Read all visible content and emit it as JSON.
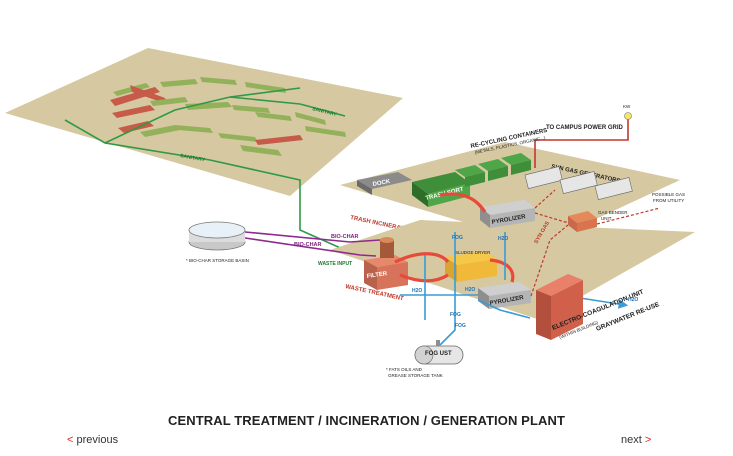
{
  "title": "CENTRAL TREATMENT / INCINERATION / GENERATION PLANT",
  "nav": {
    "previous_arrow": "<",
    "previous_label": "previous",
    "next_label": "next",
    "next_arrow": ">"
  },
  "labels": {
    "sanitary_top": "SANITARY",
    "sanitary_bottom": "SANITARY",
    "campus_grid": "TO CAMPUS POWER GRID",
    "kw": "KW",
    "recycling_line1": "RE-CYCLING CONTAINERS",
    "recycling_line2": "(METALS, PLASTICS, ORGANIC...)",
    "syn_gas": "SYN GAS GENERATORS",
    "dock": "DOCK",
    "trash_sort": "TRASH SORT",
    "trash_incineration": "TRASH INCINERATION",
    "pyrolizer_top": "PYROLIZER",
    "pyrolizer_bottom": "PYROLIZER",
    "gas_bender_line1": "GAS BENDER",
    "gas_bender_line2": "UNIT",
    "possible_gas_line1": "POSSIBLE GAS",
    "possible_gas_line2": "FROM UTILITY",
    "bio_char_1": "BIO-CHAR",
    "bio_char_2": "BIO-CHAR",
    "bio_char_basin": "* BIO-CHAR STORAGE BASIN",
    "waste_input": "WASTE INPUT",
    "filter": "FILTER",
    "sludge_dryer": "SLUDGE DRYER",
    "waste_treatment": "WASTE TREATMENT",
    "fog_1": "FOG",
    "fog_2": "FOG",
    "fog_3": "FOG",
    "h2o_1": "H2O",
    "h2o_2": "H2O",
    "h2o_3": "H2O",
    "h2o_out": "H2O",
    "syn_gas_small": "SYN GAS",
    "graywater": "GRAYWATER RE-USE",
    "electro_line1": "ELECTRO-COAGULATION UNIT",
    "electro_line2": "(WITHIN BUILDING)",
    "fog_ust": "FOG UST",
    "fog_tank_line1": "* FATS OILS AND",
    "fog_tank_line2": "GREASE STORAGE TANK"
  }
}
